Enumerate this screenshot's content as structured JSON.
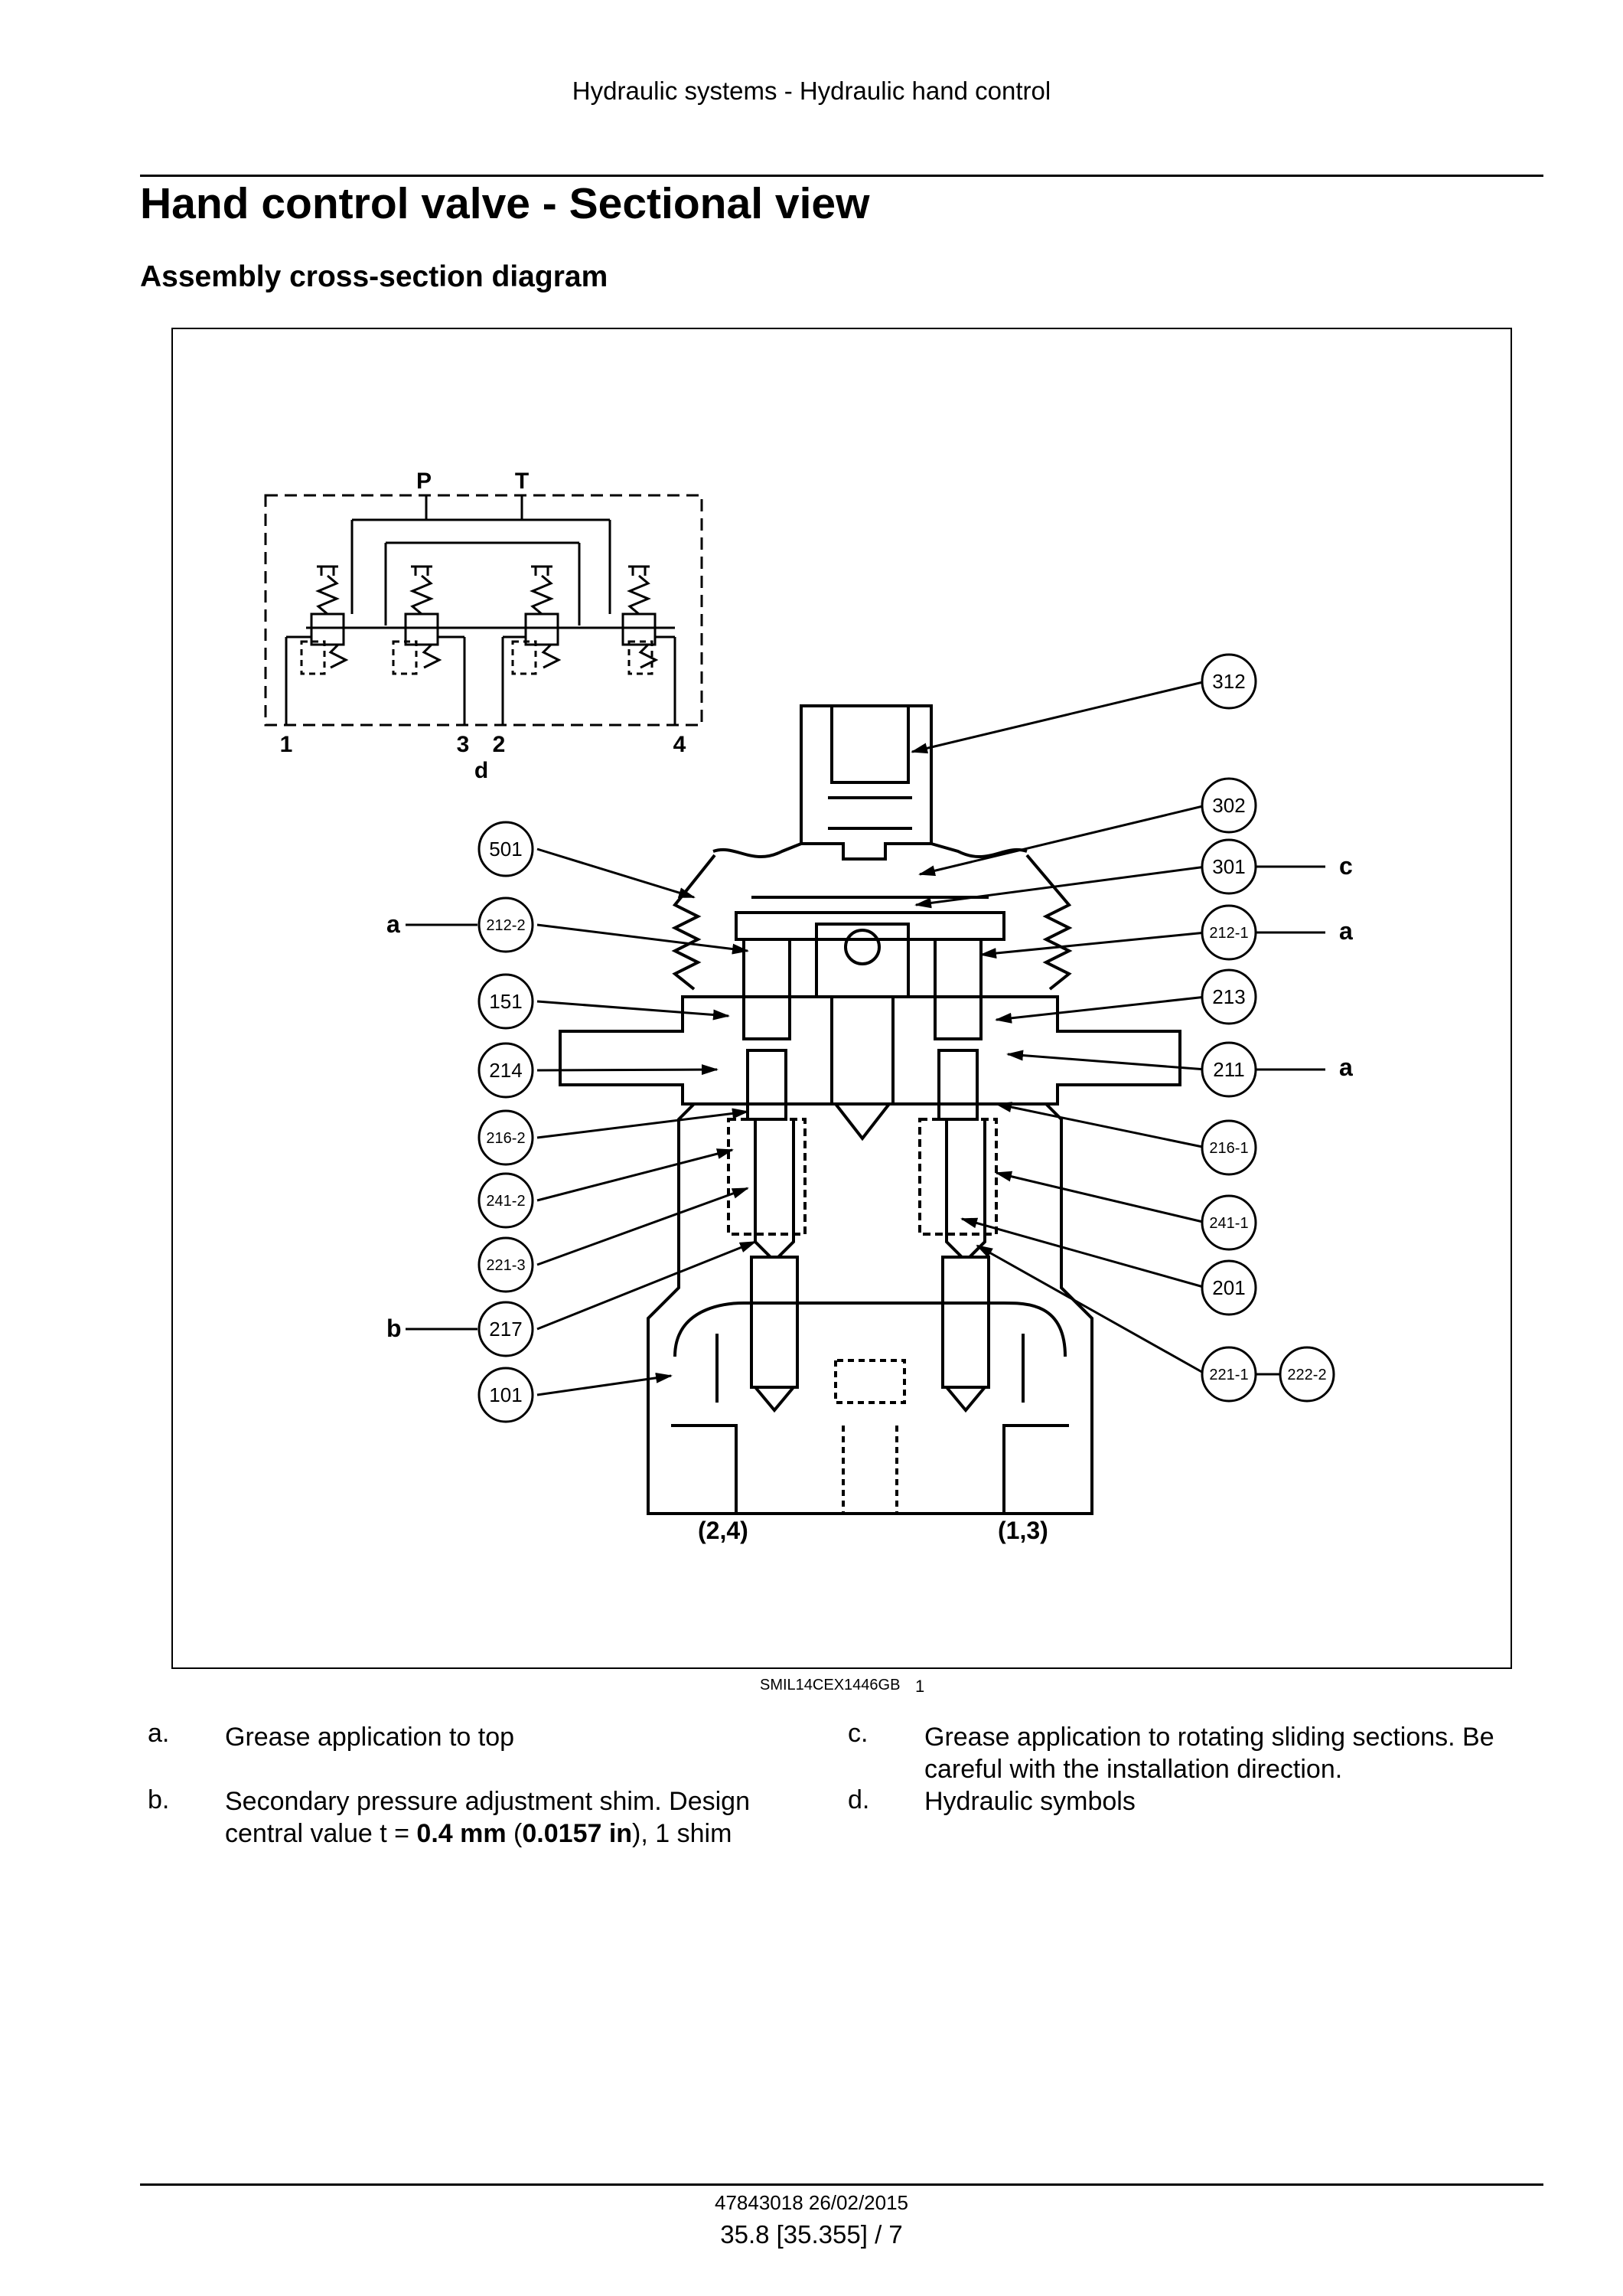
{
  "header": {
    "running_title": "Hydraulic systems - Hydraulic hand control"
  },
  "section": {
    "title": "Hand control valve - Sectional view",
    "subtitle": "Assembly cross-section diagram"
  },
  "figure": {
    "reference_code": "SMIL14CEX1446GB",
    "figure_number": "1",
    "schematic": {
      "port_labels": [
        "P",
        "T"
      ],
      "outlet_labels": [
        "1",
        "3",
        "2",
        "4"
      ],
      "symbol_label": "d"
    },
    "port_bottom_labels": [
      "(2,4)",
      "(1,3)"
    ],
    "part_callouts": [
      "312",
      "302",
      "301",
      "501",
      "212-2",
      "212-1",
      "151",
      "213",
      "214",
      "211",
      "216-2",
      "216-1",
      "241-2",
      "241-1",
      "221-3",
      "201",
      "217",
      "101",
      "221-1",
      "222-2"
    ],
    "letter_tags": [
      "a",
      "b",
      "c"
    ]
  },
  "legend": [
    {
      "key": "a.",
      "text": "Grease application to top"
    },
    {
      "key": "b.",
      "text_parts": [
        "Secondary pressure adjustment shim.  Design central value t = ",
        "0.4 mm",
        " (",
        "0.0157 in",
        "), 1 shim"
      ]
    },
    {
      "key": "c.",
      "text": "Grease application to rotating sliding sections. Be careful with the installation direction."
    },
    {
      "key": "d.",
      "text": "Hydraulic symbols"
    }
  ],
  "footer": {
    "doc_id": "47843018 26/02/2015",
    "page_ref": "35.8 [35.355] / 7"
  }
}
